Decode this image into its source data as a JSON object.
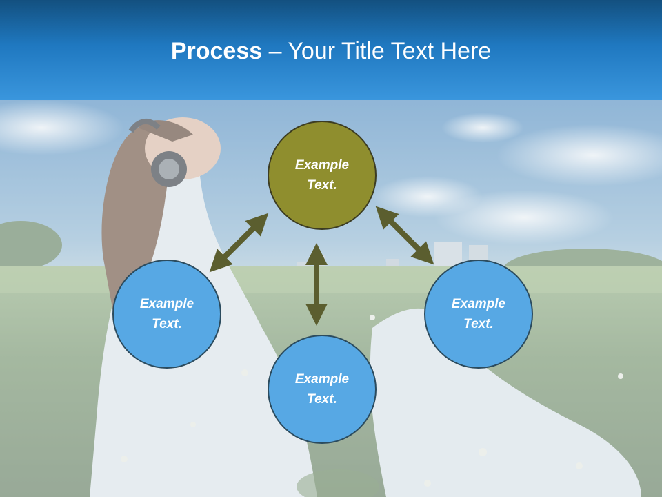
{
  "title": {
    "bold": "Process",
    "rest": " – Your Title Text Here"
  },
  "nodes": {
    "top": "Example\nText.",
    "left": "Example\nText.",
    "bottom": "Example\nText.",
    "right": "Example\nText."
  },
  "colors": {
    "header": "#1f78c0",
    "accent_node": "#8f8e2e",
    "blue_node": "#57a8e4",
    "arrow": "#5b5e2f"
  }
}
